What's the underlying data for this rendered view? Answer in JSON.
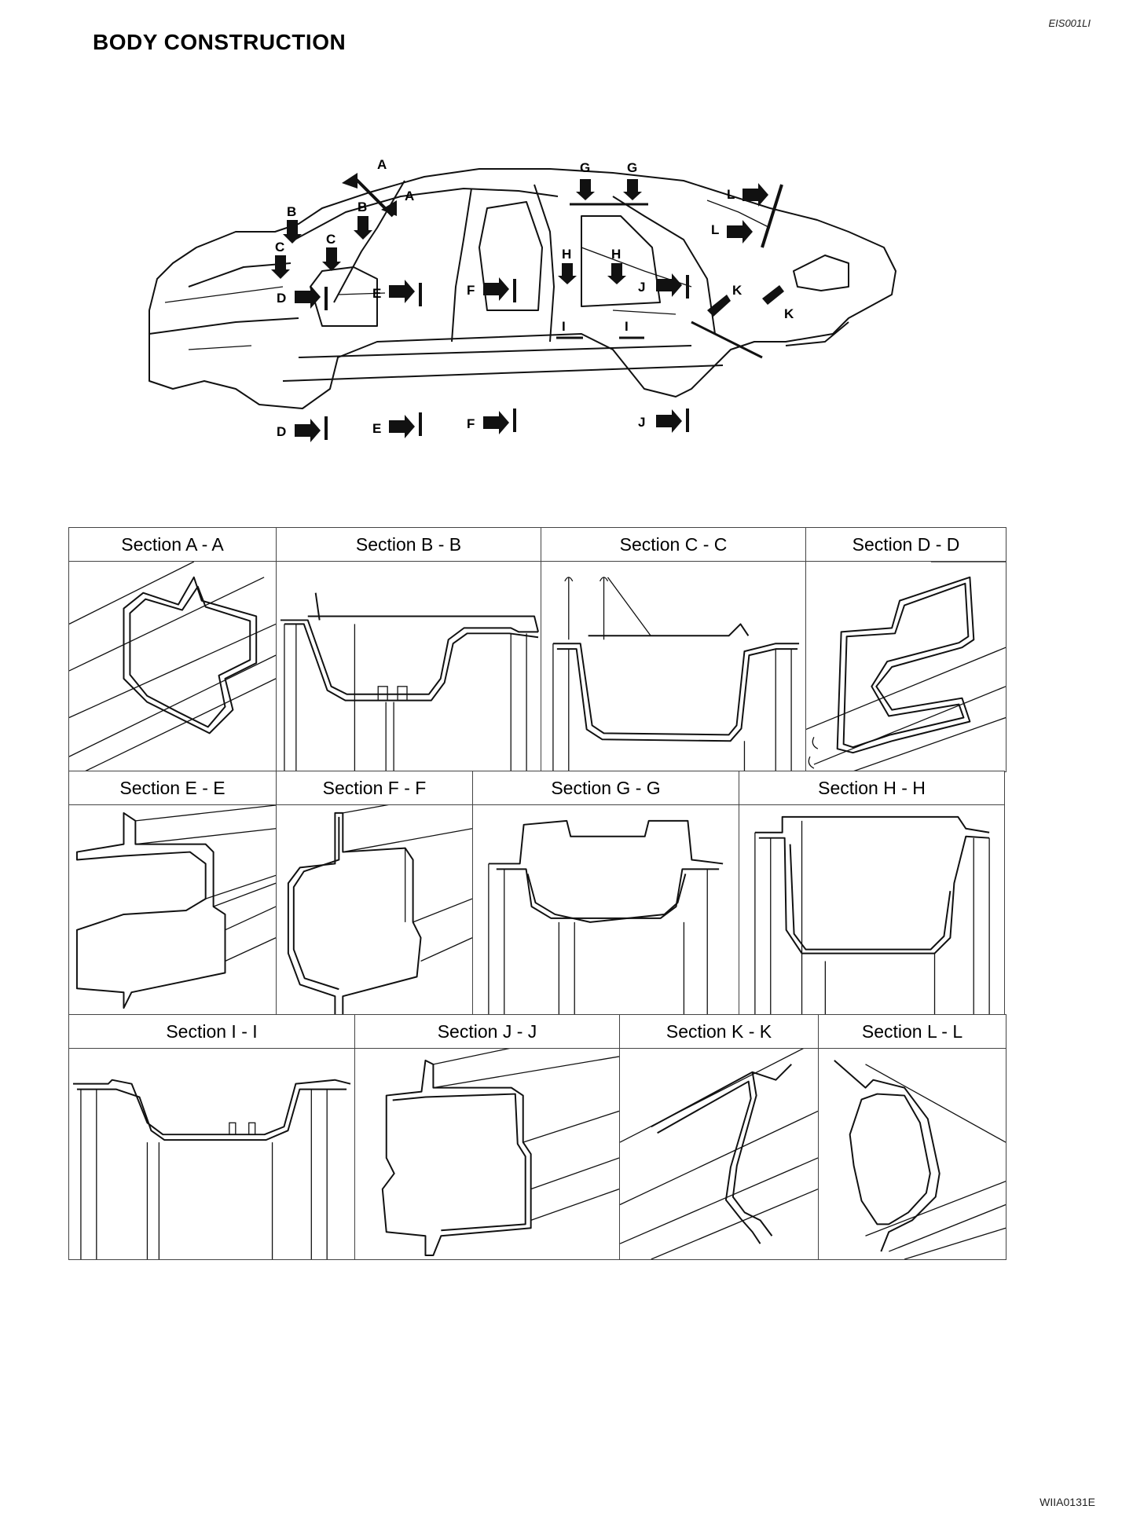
{
  "header": {
    "title": "BODY CONSTRUCTION",
    "doc_code": "EIS001LI"
  },
  "diagram": {
    "markers": {
      "a": "A",
      "b": "B",
      "c": "C",
      "d": "D",
      "e": "E",
      "f": "F",
      "g": "G",
      "h": "H",
      "i": "I",
      "j": "J",
      "k": "K",
      "l": "L"
    }
  },
  "sections": [
    {
      "label": "Section A - A"
    },
    {
      "label": "Section B - B"
    },
    {
      "label": "Section C - C"
    },
    {
      "label": "Section D - D"
    },
    {
      "label": "Section E - E"
    },
    {
      "label": "Section F - F"
    },
    {
      "label": "Section G - G"
    },
    {
      "label": "Section H - H"
    },
    {
      "label": "Section I - I"
    },
    {
      "label": "Section J - J"
    },
    {
      "label": "Section K - K"
    },
    {
      "label": "Section L - L"
    }
  ],
  "footer": {
    "figure_code": "WIIA0131E"
  }
}
